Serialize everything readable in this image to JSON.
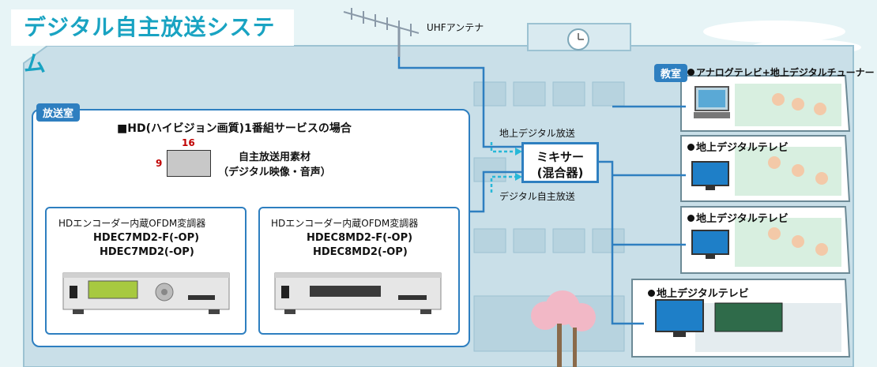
{
  "title": "デジタル自主放送システム",
  "antenna_label": "UHFアンテナ",
  "broadcast_room": {
    "tag": "放送室",
    "heading": "■HD(ハイビジョン画質)1番組サービスの場合",
    "aspect_w": "16",
    "aspect_h": "9",
    "material_line1": "自主放送用素材",
    "material_line2": "（デジタル映像・音声）",
    "devices": [
      {
        "category": "HDエンコーダー内蔵OFDM変調器",
        "model1": "HDEC7MD2-F(-OP)",
        "model2": "HDEC7MD2(-OP)"
      },
      {
        "category": "HDエンコーダー内蔵OFDM変調器",
        "model1": "HDEC8MD2-F(-OP)",
        "model2": "HDEC8MD2(-OP)"
      }
    ]
  },
  "mixer": {
    "line1": "ミキサー",
    "line2": "(混合器)"
  },
  "signal_labels": {
    "terrestrial": "地上デジタル放送",
    "self": "デジタル自主放送"
  },
  "classroom": {
    "tag": "教室",
    "rooms": [
      "アナログテレビ+地上デジタルチューナー",
      "地上デジタルテレビ",
      "地上デジタルテレビ",
      "地上デジタルテレビ"
    ]
  },
  "colors": {
    "sky": "#e7f4f6",
    "building": "#c9dfe8",
    "line": "#2e7fc0",
    "cyan_arrow": "#27b8d8",
    "red_number": "#c00000"
  }
}
